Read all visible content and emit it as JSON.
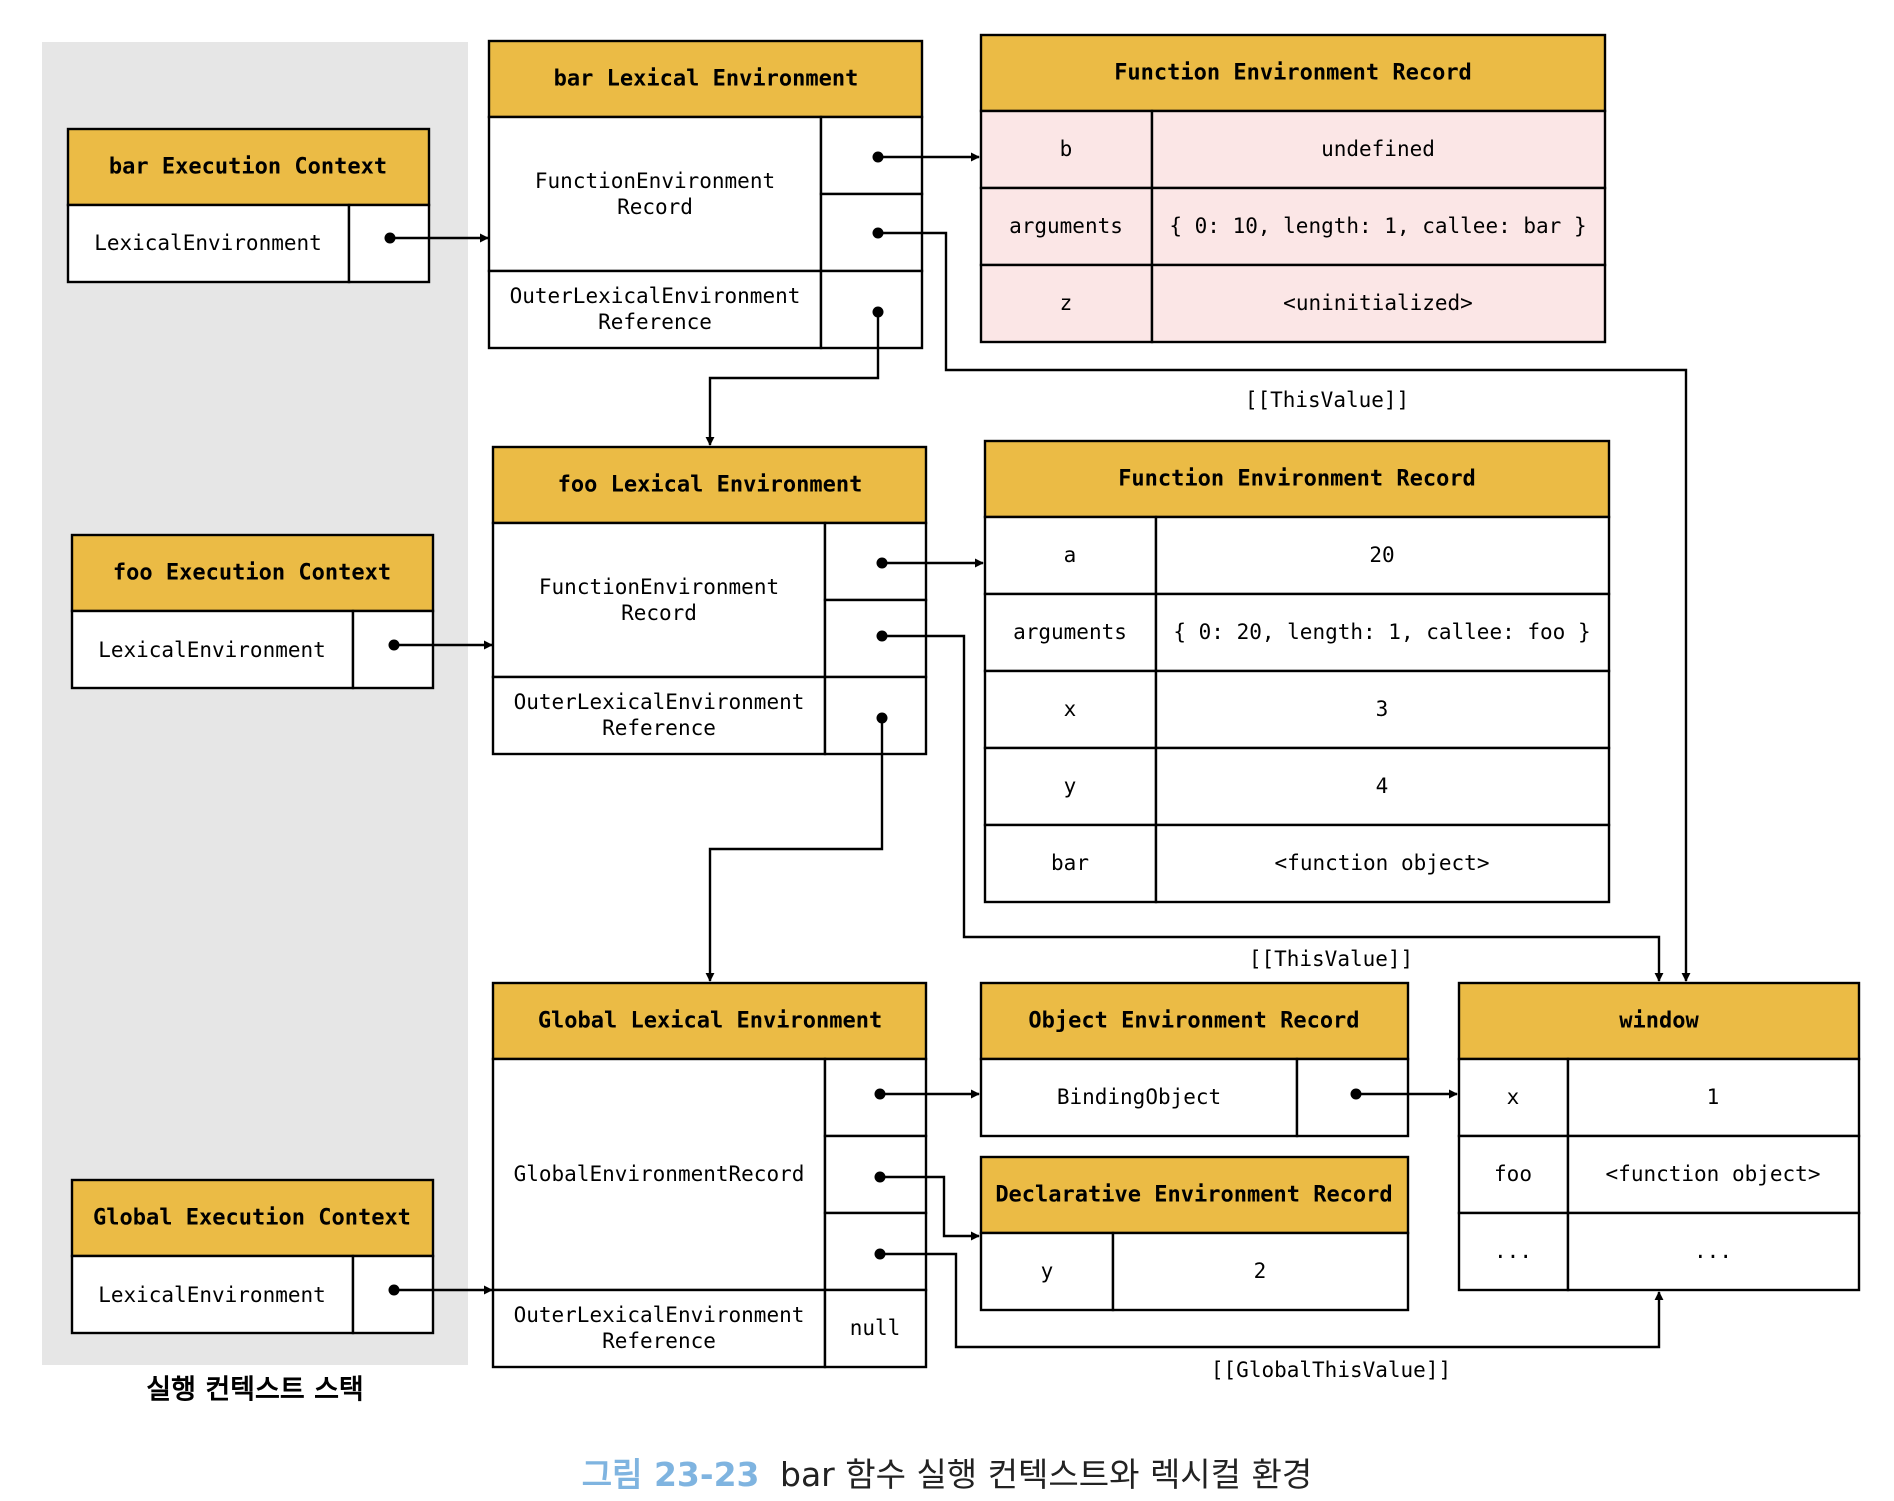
{
  "stack": {
    "caption": "실행 컨텍스트 스택",
    "bar_context": {
      "title": "bar Execution Context",
      "field": "LexicalEnvironment"
    },
    "foo_context": {
      "title": "foo Execution Context",
      "field": "LexicalEnvironment"
    },
    "global_context": {
      "title": "Global Execution Context",
      "field": "LexicalEnvironment"
    }
  },
  "bar_lex_env": {
    "title": "bar Lexical Environment",
    "record": [
      "FunctionEnvironment",
      "Record"
    ],
    "outer": [
      "OuterLexicalEnvironment",
      "Reference"
    ]
  },
  "foo_lex_env": {
    "title": "foo Lexical Environment",
    "record": [
      "FunctionEnvironment",
      "Record"
    ],
    "outer": [
      "OuterLexicalEnvironment",
      "Reference"
    ]
  },
  "global_lex_env": {
    "title": "Global Lexical Environment",
    "record": "GlobalEnvironmentRecord",
    "outer": [
      "OuterLexicalEnvironment",
      "Reference"
    ],
    "outer_value": "null"
  },
  "bar_fer": {
    "title": "Function Environment Record",
    "rows": [
      {
        "key": "b",
        "value": "undefined"
      },
      {
        "key": "arguments",
        "value": "{ 0: 10, length: 1, callee: bar }"
      },
      {
        "key": "z",
        "value": "<uninitialized>"
      }
    ]
  },
  "foo_fer": {
    "title": "Function Environment Record",
    "rows": [
      {
        "key": "a",
        "value": "20"
      },
      {
        "key": "arguments",
        "value": "{ 0: 20, length: 1, callee: foo }"
      },
      {
        "key": "x",
        "value": "3"
      },
      {
        "key": "y",
        "value": "4"
      },
      {
        "key": "bar",
        "value": "<function object>"
      }
    ]
  },
  "object_er": {
    "title": "Object Environment Record",
    "field": "BindingObject"
  },
  "declarative_er": {
    "title": "Declarative Environment Record",
    "rows": [
      {
        "key": "y",
        "value": "2"
      }
    ]
  },
  "window_obj": {
    "title": "window",
    "rows": [
      {
        "key": "x",
        "value": "1"
      },
      {
        "key": "foo",
        "value": "<function object>"
      },
      {
        "key": "...",
        "value": "..."
      }
    ]
  },
  "edge_labels": {
    "this_value_bar": "[[ThisValue]]",
    "this_value_foo": "[[ThisValue]]",
    "global_this_value": "[[GlobalThisValue]]"
  },
  "figure_caption": {
    "number": "그림 23-23",
    "text": "bar 함수 실행 컨텍스트와 렉시컬 환경"
  },
  "colors": {
    "header": "#ebbb45",
    "record_fill": "#fbe6e6",
    "stack_bg": "#e6e6e6",
    "caption_number": "#7fb4e0"
  }
}
